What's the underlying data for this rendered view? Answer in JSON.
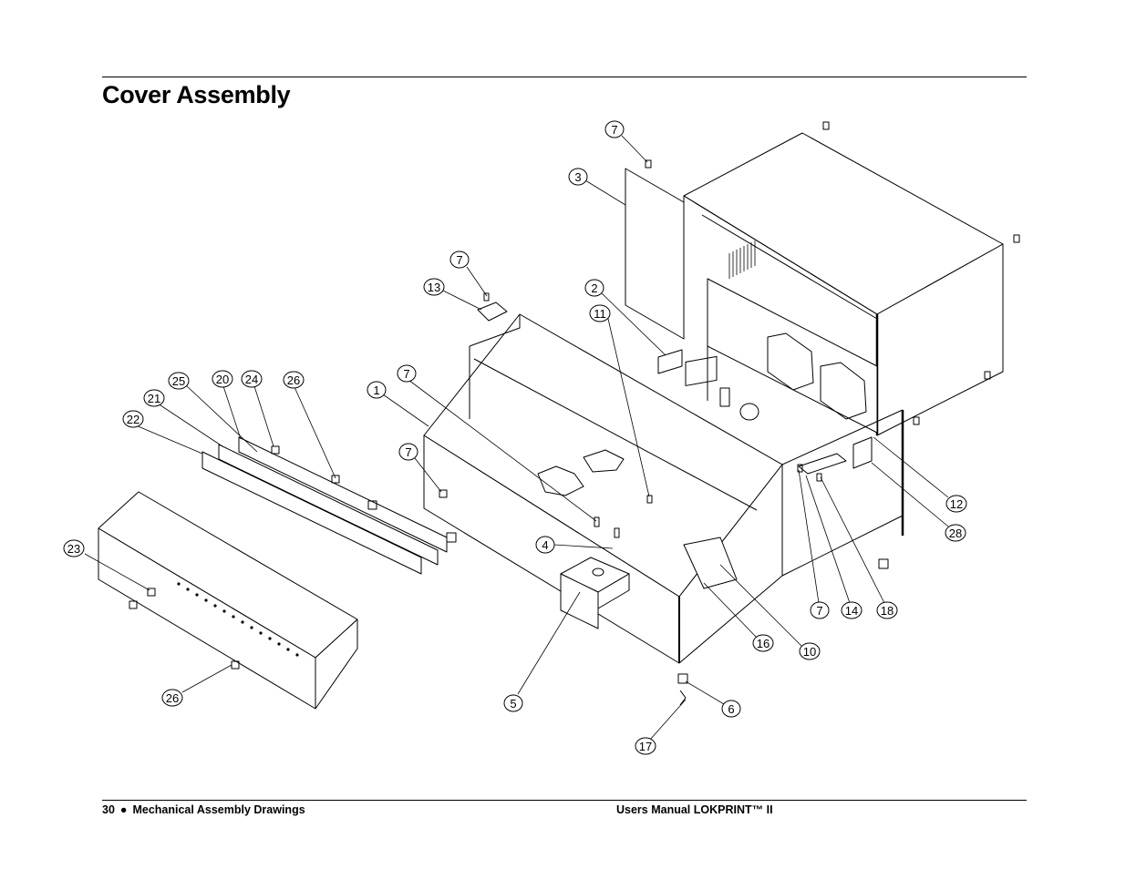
{
  "page": {
    "title": "Cover Assembly",
    "footer": {
      "page_number": "30",
      "separator": "●",
      "section": "Mechanical Assembly Drawings",
      "manual": "Users Manual LOKPRINT™ II"
    }
  },
  "drawing": {
    "callouts": [
      "7",
      "3",
      "7",
      "13",
      "2",
      "11",
      "1",
      "7",
      "25",
      "20",
      "24",
      "26",
      "21",
      "22",
      "7",
      "4",
      "23",
      "5",
      "26",
      "6",
      "17",
      "16",
      "10",
      "7",
      "14",
      "18",
      "12",
      "28"
    ]
  }
}
